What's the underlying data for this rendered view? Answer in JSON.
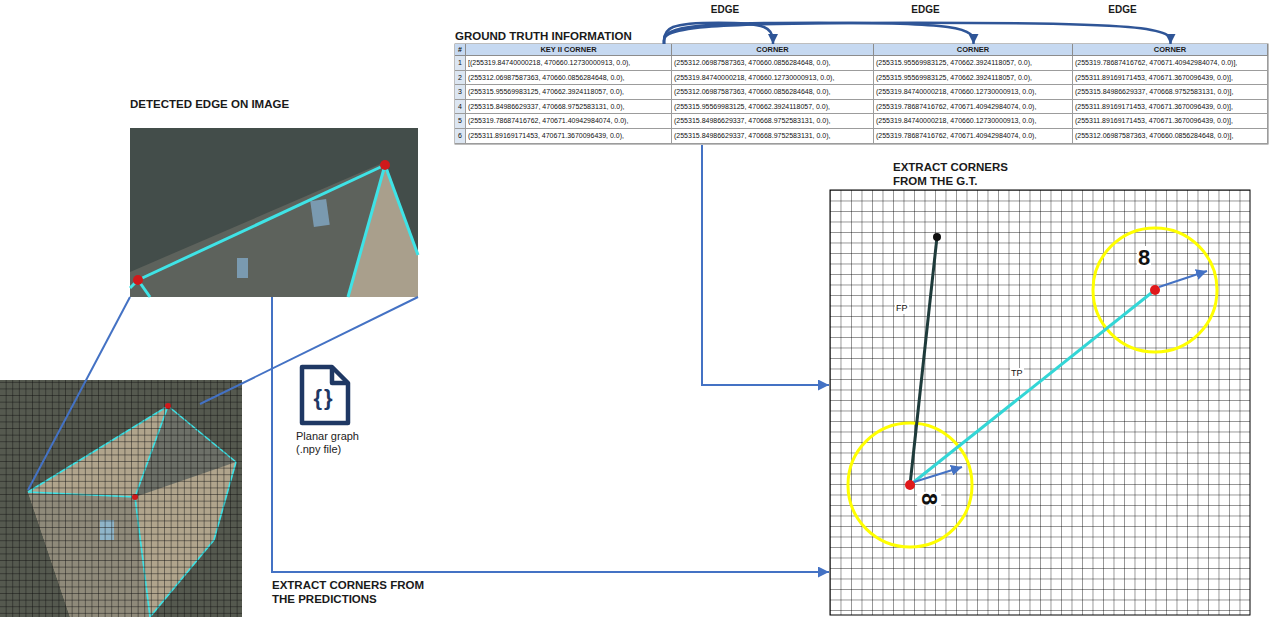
{
  "diagram": {
    "nodes": [
      {
        "text": [
          "KEY II CORNER"
        ]
      },
      {
        "text": [
          "CORNER"
        ]
      },
      {
        "text": [
          "CORNER"
        ]
      },
      {
        "text": [
          "CORNER"
        ]
      },
      {
        "text": [
          "{}",
          "Planar graph (.npy file)"
        ]
      }
    ],
    "edges": [
      {
        "from": 0,
        "to": 1,
        "arrow": "to",
        "label": "EDGE"
      },
      {
        "from": 0,
        "to": 2,
        "arrow": "to",
        "label": "EDGE"
      },
      {
        "from": 0,
        "to": 3,
        "arrow": "to",
        "label": "EDGE"
      }
    ],
    "labels": [
      "GROUND TRUTH INFORMATION",
      "#",
      "1",
      "[(255319.84740000218, 470660.12730000913, 0.0),",
      "(255312.06987587363, 470660.0856284648, 0.0),",
      "(255315.95569983125, 470662.3924118057, 0.0),",
      "(255319.78687416762, 470671.40942984074, 0.0)],",
      "2",
      "(255312.06987587363, 470660.0856284648, 0.0),",
      "(255319.84740000218, 470660.12730000913, 0.0),",
      "(255315.95569983125, 470662.3924118057, 0.0),",
      "(255311.89169171453, 470671.3670096439, 0.0)],",
      "3",
      "(255315.95569983125, 470662.3924118057, 0.0),",
      "(255312.06987587363, 470660.0856284648, 0.0),",
      "(255319.84740000218, 470660.12730000913, 0.0),",
      "(255315.84986629337, 470668.9752583131, 0.0)],",
      "4",
      "(255315.84986629337, 470668.9752583131, 0.0),",
      "(255315.95569983125, 470662.3924118057, 0.0),",
      "(255319.78687416762, 470671.40942984074, 0.0),",
      "(255311.89169171453, 470671.3670096439, 0.0)],",
      "5",
      "(255319.78687416762, 470671.40942984074, 0.0),",
      "(255315.84986629337, 470668.9752583131, 0.0),",
      "(255319.84740000218, 470660.12730000913, 0.0),",
      "(255311.89169171453, 470671.3670096439, 0.0)],",
      "6",
      "(255311.89169171453, 470671.3670096439, 0.0),",
      "(255315.84986629337, 470668.9752583131, 0.0),",
      "(255319.78687416762, 470671.40942984074, 0.0),",
      "(255312.06987587363, 470660.0856284648, 0.0)],",
      "DETECTED EDGE ON IMAGE",
      "EXTRACT CORNERS FROM THE G.T.",
      "FP",
      "TP",
      "8",
      "8",
      "EXTRACT CORNERS FROM THE PREDICTIONS"
    ]
  }
}
